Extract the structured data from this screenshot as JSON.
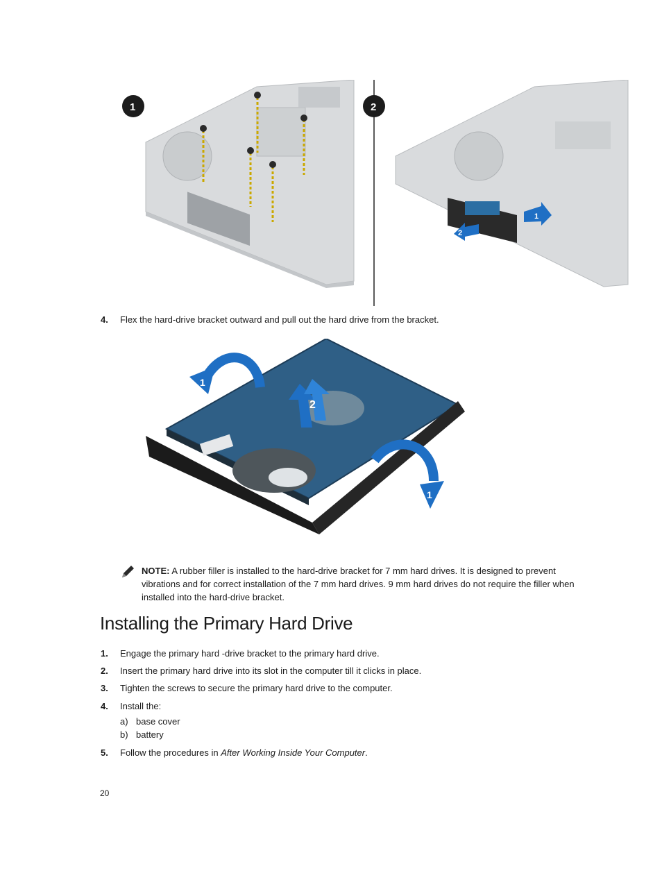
{
  "figure_top": {
    "panel1_badge": "1",
    "panel2_badge": "2",
    "panel2_arrow_1": "1",
    "panel2_arrow_2": "2"
  },
  "step4_remove": {
    "number": "4.",
    "text": "Flex the hard-drive bracket outward and pull out the hard drive from the bracket."
  },
  "figure_drive": {
    "arrow_left": "1",
    "arrow_center": "2",
    "arrow_right": "1"
  },
  "note": {
    "label": "NOTE:",
    "text": " A rubber filler is installed to the hard-drive bracket for 7 mm hard drives. It is designed to prevent vibrations and for correct installation of the 7 mm hard drives. 9 mm hard drives do not require the filler when installed into the hard-drive bracket."
  },
  "section_title": "Installing the Primary Hard Drive",
  "steps": [
    {
      "number": "1.",
      "text": "Engage the primary hard -drive bracket to the primary hard drive."
    },
    {
      "number": "2.",
      "text": "Insert the primary hard drive into its slot in the computer till it clicks in place."
    },
    {
      "number": "3.",
      "text": "Tighten the screws to secure the primary hard drive to the computer."
    },
    {
      "number": "4.",
      "text": "Install the:"
    }
  ],
  "substeps": [
    {
      "letter": "a)",
      "text": "base cover"
    },
    {
      "letter": "b)",
      "text": "battery"
    }
  ],
  "step5": {
    "number": "5.",
    "text_prefix": "Follow the procedures in ",
    "text_link": "After Working Inside Your Computer",
    "text_suffix": "."
  },
  "page_number": "20"
}
